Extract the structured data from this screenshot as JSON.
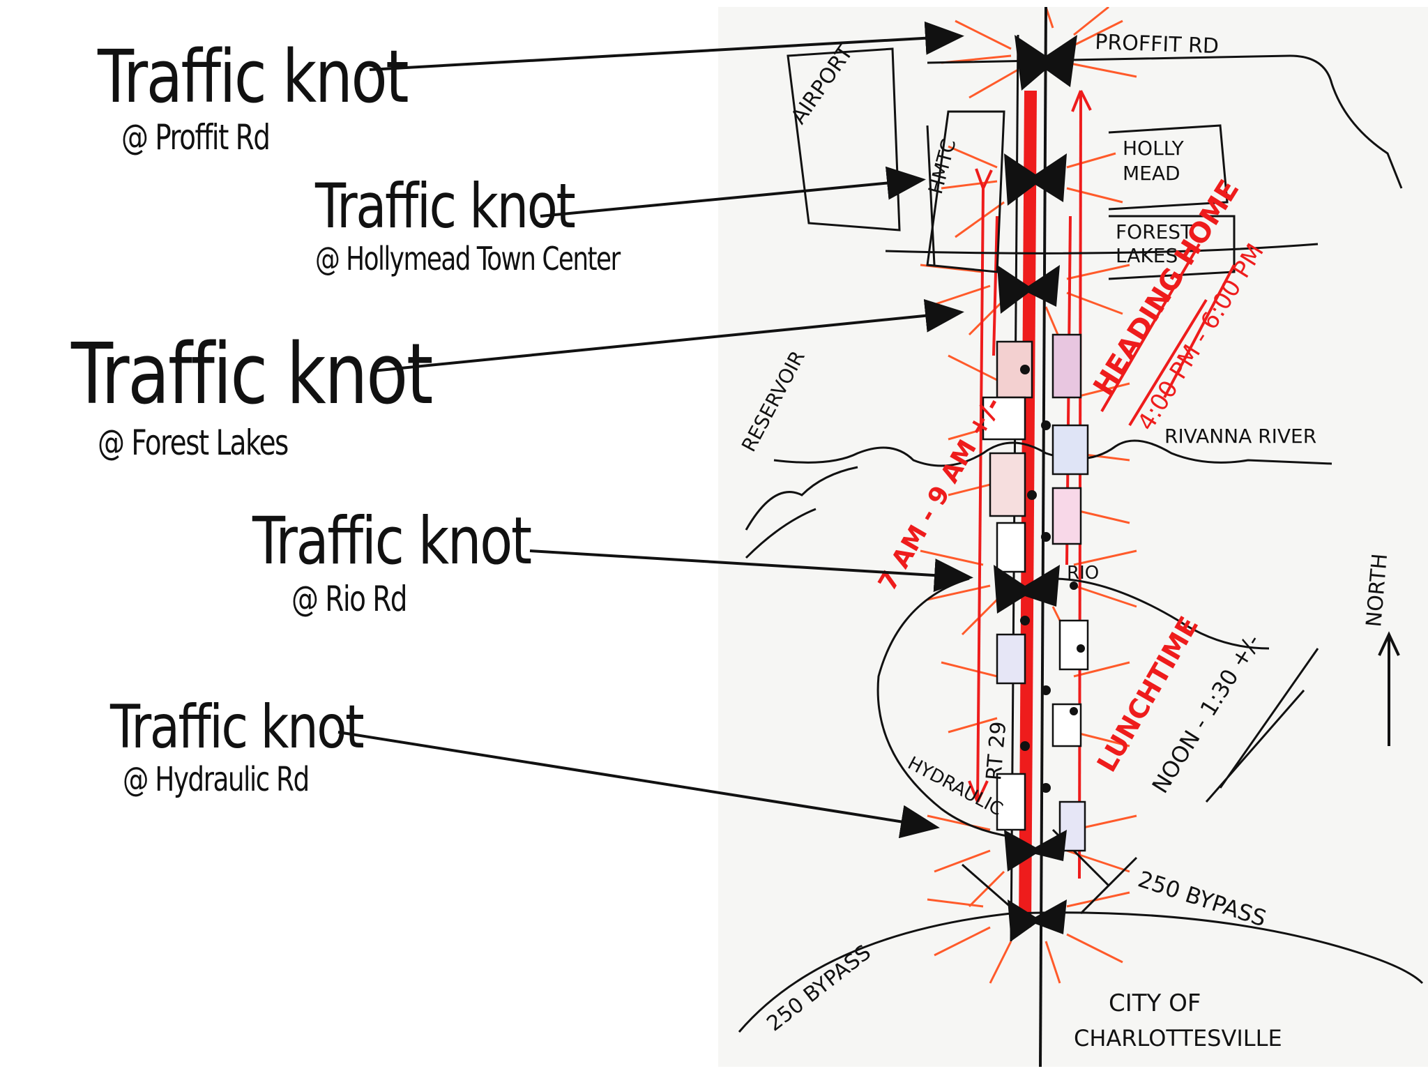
{
  "callouts": [
    {
      "title": "Traffic knot",
      "location": "@ Proffit Rd"
    },
    {
      "title": "Traffic knot",
      "location": "@ Hollymead Town Center"
    },
    {
      "title": "Traffic knot",
      "location": "@ Forest Lakes"
    },
    {
      "title": "Traffic knot",
      "location": "@ Rio Rd"
    },
    {
      "title": "Traffic knot",
      "location": "@ Hydraulic Rd"
    }
  ],
  "map_labels": {
    "proffit": "PROFFIT RD",
    "airport": "AIRPORT",
    "hmtc": "HMTC",
    "hollymead": "HOLLY MEAD",
    "hollymead_l1": "HOLLY",
    "hollymead_l2": "MEAD",
    "forest_lakes": "FOREST LAKES",
    "forest_lakes_l1": "FOREST",
    "forest_lakes_l2": "LAKES",
    "reservoir": "RESERVOIR",
    "rivanna": "RIVANNA RIVER",
    "hydraulic": "HYDRAULIC",
    "rio": "RIO",
    "rt29": "RT 29",
    "bypass_left": "250 BYPASS",
    "bypass_right": "250 BYPASS",
    "city_l1": "CITY OF",
    "city_l2": "CHARLOTTESVILLE",
    "north": "NORTH",
    "heading_home": "HEADING HOME",
    "evening_time": "4:00 PM - 6:00 PM",
    "morning_time": "7 AM - 9 AM +/-",
    "lunchtime": "LUNCHTIME",
    "noon_time": "NOON - 1:30 +/-"
  },
  "colors": {
    "ink": "#111111",
    "accent_red": "#ee1c1c",
    "orange_rays": "#ff5a2a"
  }
}
